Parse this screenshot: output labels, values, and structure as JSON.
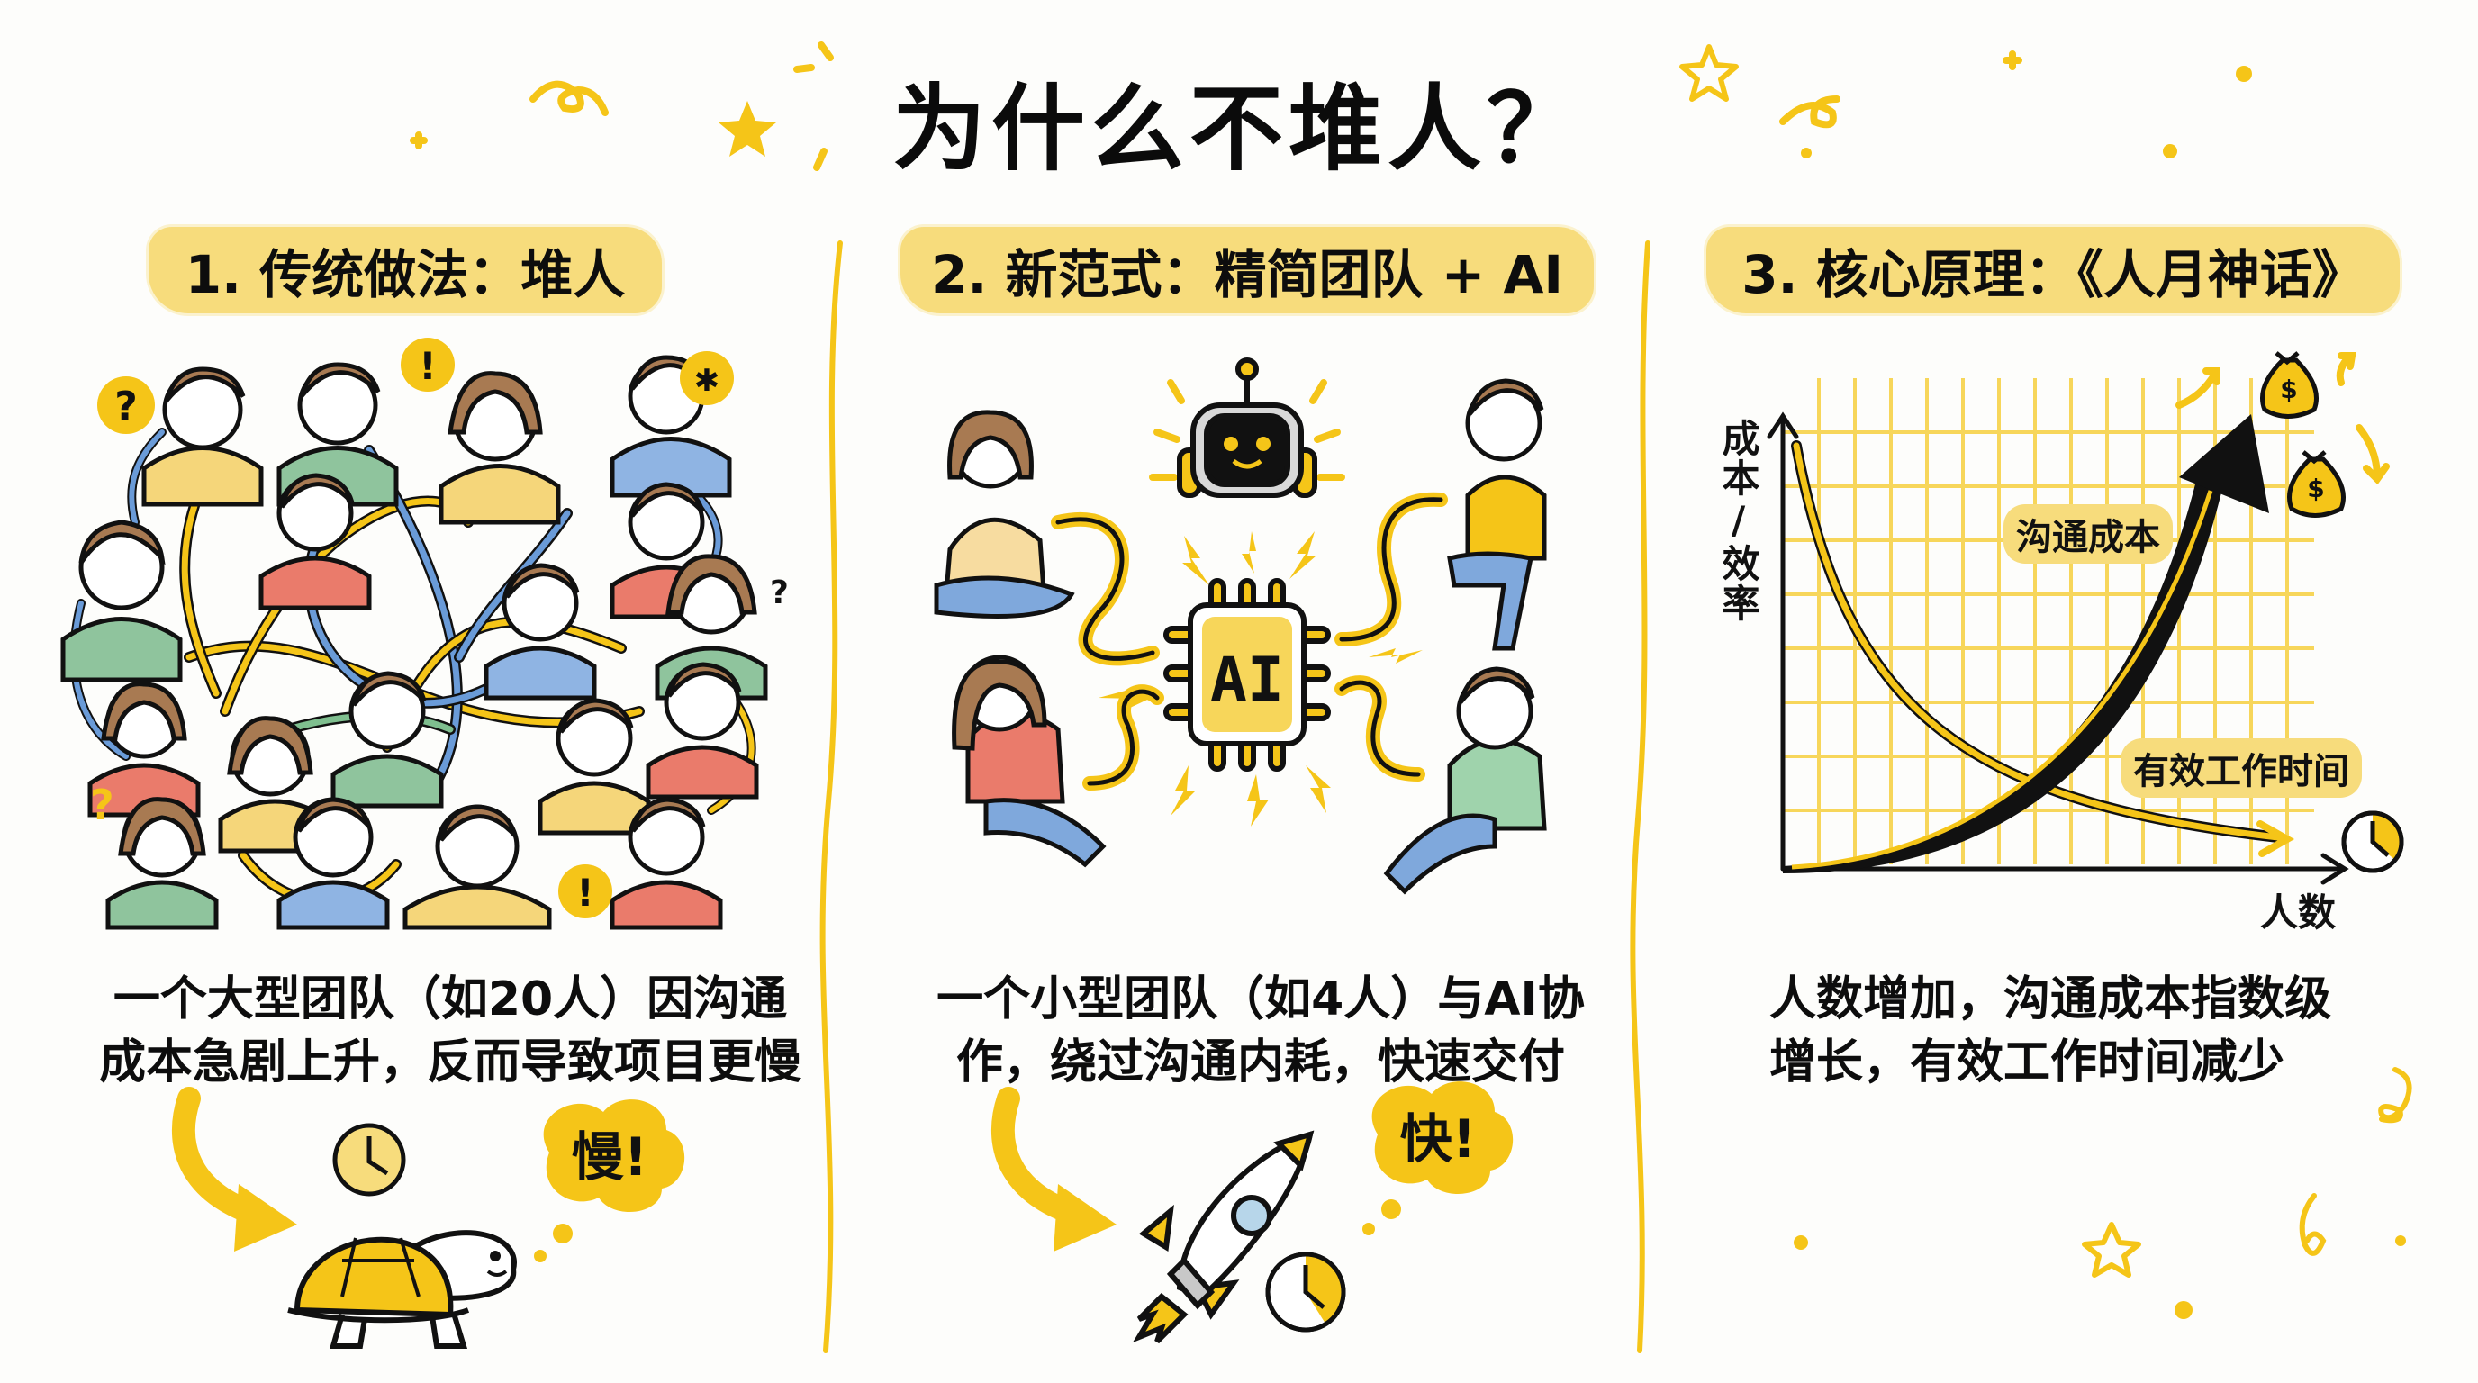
{
  "title": "为什么不堆人？",
  "colors": {
    "accent_yellow": "#f5c518",
    "highlight_yellow": "#f7dc7c",
    "ink": "#111111",
    "blue": "#6a9bd8",
    "green": "#7fbf8f",
    "red": "#ea7b6b",
    "background": "#fdfdfb"
  },
  "sections": [
    {
      "header": "1. 传统做法：堆人",
      "illustration": "crowd-of-20-people-tangled-arrows",
      "description_lines": [
        "一个大型团队（如20人）因沟通",
        "成本急剧上升，反而导致项目更慢"
      ],
      "bubble": "慢!",
      "bottom_icons": [
        "arrow-icon",
        "clock-icon",
        "turtle-icon",
        "thought-bubble-icon"
      ],
      "crowd_marks": [
        "?",
        "!",
        "?",
        "!",
        "?"
      ]
    },
    {
      "header": "2. 新范式：精简团队 + AI",
      "illustration": "four-people-around-ai-chip",
      "chip_label": "AI",
      "description_lines": [
        "一个小型团队（如4人）与AI协",
        "作，绕过沟通内耗，快速交付"
      ],
      "bubble": "快!",
      "bottom_icons": [
        "arrow-icon",
        "rocket-icon",
        "clock-icon",
        "thought-bubble-icon"
      ]
    },
    {
      "header": "3. 核心原理：《人月神话》",
      "illustration": "cost-vs-headcount-chart",
      "description_lines": [
        "人数增加，沟通成本指数级",
        "增长，有效工作时间减少"
      ]
    }
  ],
  "chart_data": {
    "type": "line",
    "title": "",
    "xlabel": "人数",
    "ylabel": "成本/效率",
    "grid": true,
    "legend_position": "inline-labels",
    "x": [
      0,
      1,
      2,
      3,
      4,
      5,
      6,
      7,
      8,
      9,
      10
    ],
    "series": [
      {
        "name": "沟通成本",
        "trend": "exponential-increase",
        "values": [
          0,
          0.3,
          0.7,
          1.2,
          1.9,
          2.8,
          3.9,
          5.2,
          6.6,
          8.1,
          9.6
        ]
      },
      {
        "name": "有效工作时间",
        "trend": "decay",
        "values": [
          9.5,
          7.2,
          5.4,
          4.0,
          3.0,
          2.3,
          1.8,
          1.4,
          1.1,
          0.9,
          0.8
        ]
      }
    ],
    "ylim": [
      0,
      10
    ],
    "xlim": [
      0,
      10
    ]
  }
}
